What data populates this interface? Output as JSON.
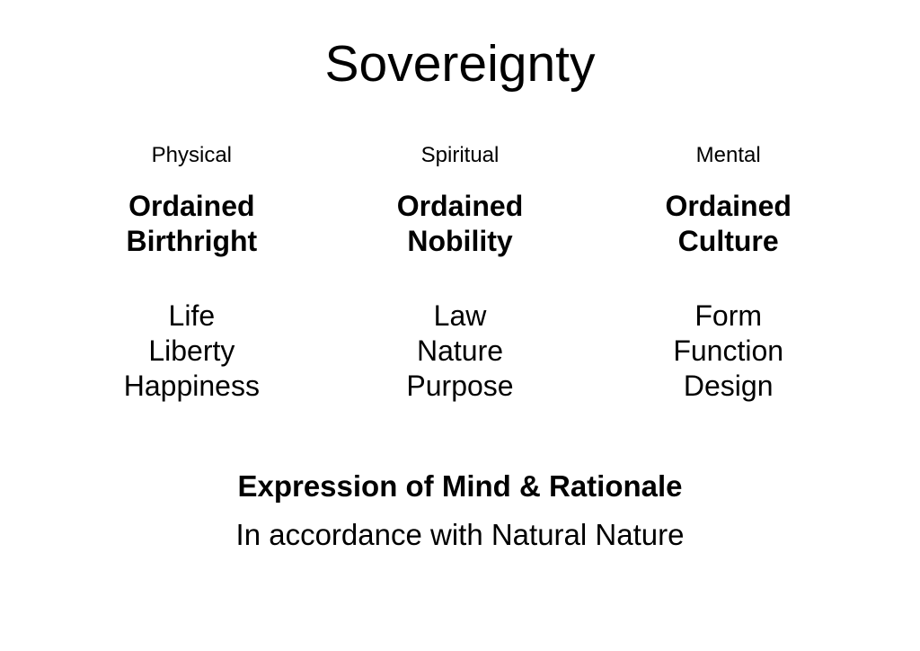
{
  "slide": {
    "title": "Sovereignty",
    "columns": [
      {
        "label": "Physical",
        "heading": "Ordained\nBirthright",
        "items": "Life\nLiberty\nHappiness"
      },
      {
        "label": "Spiritual",
        "heading": "Ordained\nNobility",
        "items": "Law\nNature\nPurpose"
      },
      {
        "label": "Mental",
        "heading": "Ordained\nCulture",
        "items": "Form\nFunction\nDesign"
      }
    ],
    "footer": {
      "bold_line": "Expression of Mind & Rationale",
      "regular_line": "In accordance with Natural Nature"
    },
    "colors": {
      "background": "#ffffff",
      "text": "#000000"
    }
  }
}
